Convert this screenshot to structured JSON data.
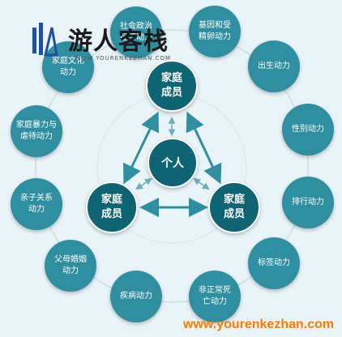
{
  "diagram": {
    "center": "个人",
    "family_members": [
      "家庭成员",
      "家庭成员",
      "家庭成员"
    ],
    "outer_nodes": [
      "社会政治经济动力",
      "基因和受精卵动力",
      "出生动力",
      "性别动力",
      "排行动力",
      "标签动力",
      "非正常死亡动力",
      "疾病动力",
      "父母婚姻动力",
      "亲子关系动力",
      "家庭暴力与虐待动力",
      "家庭文化动力"
    ]
  },
  "watermark": {
    "title": "游人客栈",
    "subtitle": "WWW.YOURENKEZHAN.COM",
    "footer_url": "www.yourenkezhan.com"
  },
  "colors": {
    "background": "#e9f4f8",
    "outer_node": "#2f8fa1",
    "inner_node": "#0f6473",
    "arrow": "#2f8fa1",
    "footer_text": "#ff7a00"
  }
}
